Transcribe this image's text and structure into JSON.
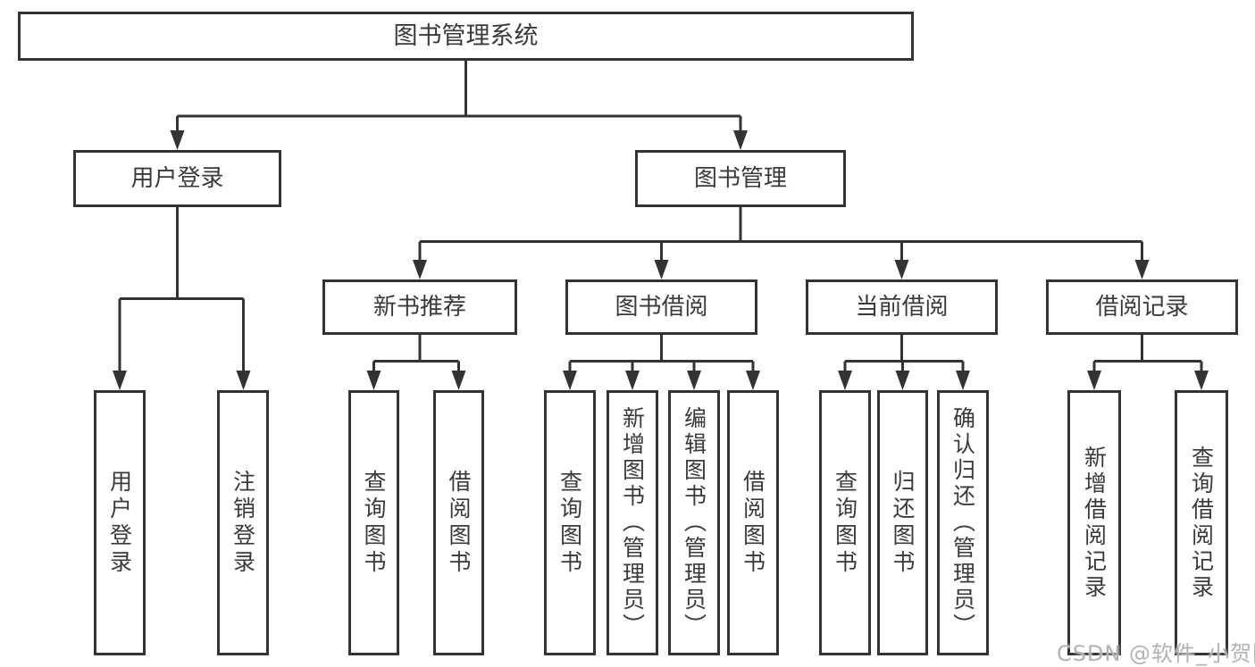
{
  "diagram": {
    "tree": {
      "root": {
        "label": "图书管理系统",
        "children": [
          {
            "label": "用户登录",
            "children": [
              {
                "label": "用户登录"
              },
              {
                "label": "注销登录"
              }
            ]
          },
          {
            "label": "图书管理",
            "children": [
              {
                "label": "新书推荐",
                "children": [
                  {
                    "label": "查询图书"
                  },
                  {
                    "label": "借阅图书"
                  }
                ]
              },
              {
                "label": "图书借阅",
                "children": [
                  {
                    "label": "查询图书"
                  },
                  {
                    "label": "新增图书（管理员）"
                  },
                  {
                    "label": "编辑图书（管理员）"
                  },
                  {
                    "label": "借阅图书"
                  }
                ]
              },
              {
                "label": "当前借阅",
                "children": [
                  {
                    "label": "查询图书"
                  },
                  {
                    "label": "归还图书"
                  },
                  {
                    "label": "确认归还（管理员）"
                  }
                ]
              },
              {
                "label": "借阅记录",
                "children": [
                  {
                    "label": "新增借阅记录"
                  },
                  {
                    "label": "查询借阅记录"
                  }
                ]
              }
            ]
          }
        ]
      }
    },
    "colors": {
      "line": "#333333",
      "box_border": "#333333",
      "text": "#3a3a3a",
      "background": "#ffffff",
      "watermark": "#b2b2b2"
    }
  },
  "watermark": {
    "text": "CSDN @软件_小贺同学"
  }
}
